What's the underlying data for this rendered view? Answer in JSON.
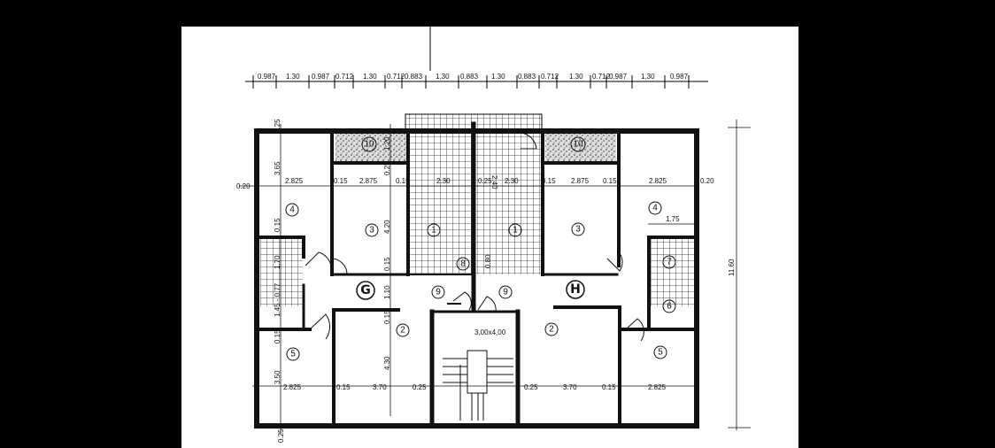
{
  "top_dimensions": [
    "0.987",
    "1.30",
    "0.987",
    "0.712",
    "1.30",
    "0.712",
    "0.883",
    "1.30",
    "0.883",
    "1.30",
    "0.883",
    "0.712",
    "1.30",
    "0.712",
    "0.987",
    "1.30",
    "0.987"
  ],
  "overall_depth": "11.60",
  "rooms": {
    "kitchen_left": "1",
    "kitchen_right": "1",
    "living_left": "2",
    "living_right": "2",
    "bedroom_left": "3",
    "bedroom_right": "3",
    "room4_left": "4",
    "room4_right": "4",
    "room5_left": "5",
    "room5_right": "5",
    "wc_right": "6",
    "bath_right": "7",
    "pantry": "8",
    "hall_left": "9",
    "hall_right": "9",
    "storage_left": "10",
    "storage_right": "10"
  },
  "apartments": {
    "left": "G",
    "right": "H"
  },
  "stair_label": "3,00x4,00",
  "dims": {
    "left_top_wall": "0.25",
    "left_room4_depth": "3.65",
    "left_outer": "0.20",
    "left_room4_width": "2.825",
    "left_wall1": "0.15",
    "left_room3_width": "2.875",
    "left_wall2": "0.15",
    "left_storage_wall": "0.25",
    "left_storage_depth": "1.20",
    "left_kitchen_width": "2.30",
    "left_room3_depth": "4.20",
    "left_wall_v1": "0.15",
    "left_bath": "1.70",
    "left_wc": "1.45 - 0.77",
    "left_wall_v2": "0.15",
    "left_corridor": "1.10",
    "left_wall_v3": "0.15",
    "left_room2_depth": "4.30",
    "left_room5_depth": "3.50",
    "left_wall_v4": "0.15",
    "left_room5_width": "2.825",
    "left_wall3": "0.15",
    "left_room2_width": "3.70",
    "left_wall4": "0.25",
    "left_bottom_wall": "0.25",
    "center_wall": "0.25",
    "right_kitchen_width": "2.30",
    "right_kitchen_depth": "2.40",
    "right_wall1": "0.15",
    "right_room3_width": "2.875",
    "right_wall2": "0.15",
    "right_room4_width": "2.825",
    "right_outer": "0.20",
    "right_bath_width": "1.75",
    "pantry_width": "0.80",
    "right_wall3": "0.25",
    "right_room2_width": "3.70",
    "right_wall4": "0.15",
    "right_room5_width": "2.825"
  }
}
